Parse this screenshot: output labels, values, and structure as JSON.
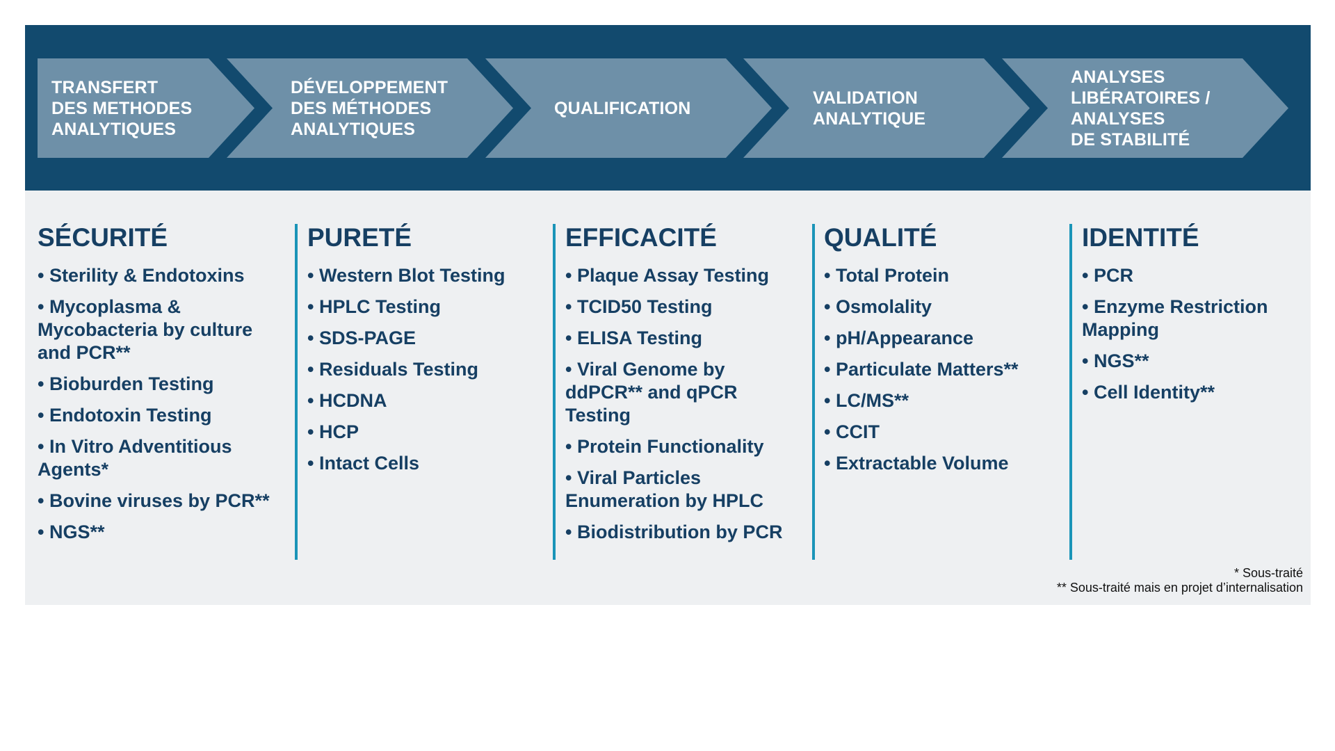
{
  "process_steps": [
    {
      "label": "TRANSFERT\nDES METHODES\nANALYTIQUES"
    },
    {
      "label": "DÉVELOPPEMENT\nDES MÉTHODES\nANALYTIQUES"
    },
    {
      "label": "QUALIFICATION"
    },
    {
      "label": "VALIDATION\nANALYTIQUE"
    },
    {
      "label": "ANALYSES\nLIBÉRATOIRES /\nANALYSES\nDE STABILITÉ"
    }
  ],
  "categories": [
    {
      "title": "SÉCURITÉ",
      "items": [
        "• Sterility & Endotoxins",
        "• Mycoplasma & Mycobacteria by culture and PCR**",
        "• Bioburden Testing",
        "• Endotoxin Testing",
        "• In  Vitro Adventitious Agents*",
        "• Bovine viruses by PCR**",
        "• NGS**"
      ]
    },
    {
      "title": "PURETÉ",
      "items": [
        "• Western Blot Testing",
        "• HPLC Testing",
        "• SDS-PAGE",
        "• Residuals Testing",
        "• HCDNA",
        "• HCP",
        "• Intact Cells"
      ]
    },
    {
      "title": "EFFICACITÉ",
      "items": [
        "• Plaque Assay Testing",
        "• TCID50 Testing",
        "• ELISA Testing",
        "• Viral Genome by ddPCR** and qPCR Testing",
        "• Protein Functionality",
        "• Viral Particles Enumeration by HPLC",
        "• Biodistribution by PCR"
      ]
    },
    {
      "title": "QUALITÉ",
      "items": [
        "• Total Protein",
        "• Osmolality",
        "• pH/Appearance",
        "• Particulate Matters**",
        "• LC/MS**",
        "• CCIT",
        "• Extractable Volume"
      ]
    },
    {
      "title": "IDENTITÉ",
      "items": [
        "• PCR",
        "• Enzyme Restriction Mapping",
        "• NGS**",
        "• Cell Identity**"
      ]
    }
  ],
  "footnotes": [
    "* Sous-traité",
    "** Sous-traité mais en projet d’internalisation"
  ],
  "colors": {
    "band": "#124a6e",
    "chevron": "#6e90a8",
    "panel": "#eef0f2",
    "text": "#163f63",
    "separator": "#1a94b8"
  }
}
